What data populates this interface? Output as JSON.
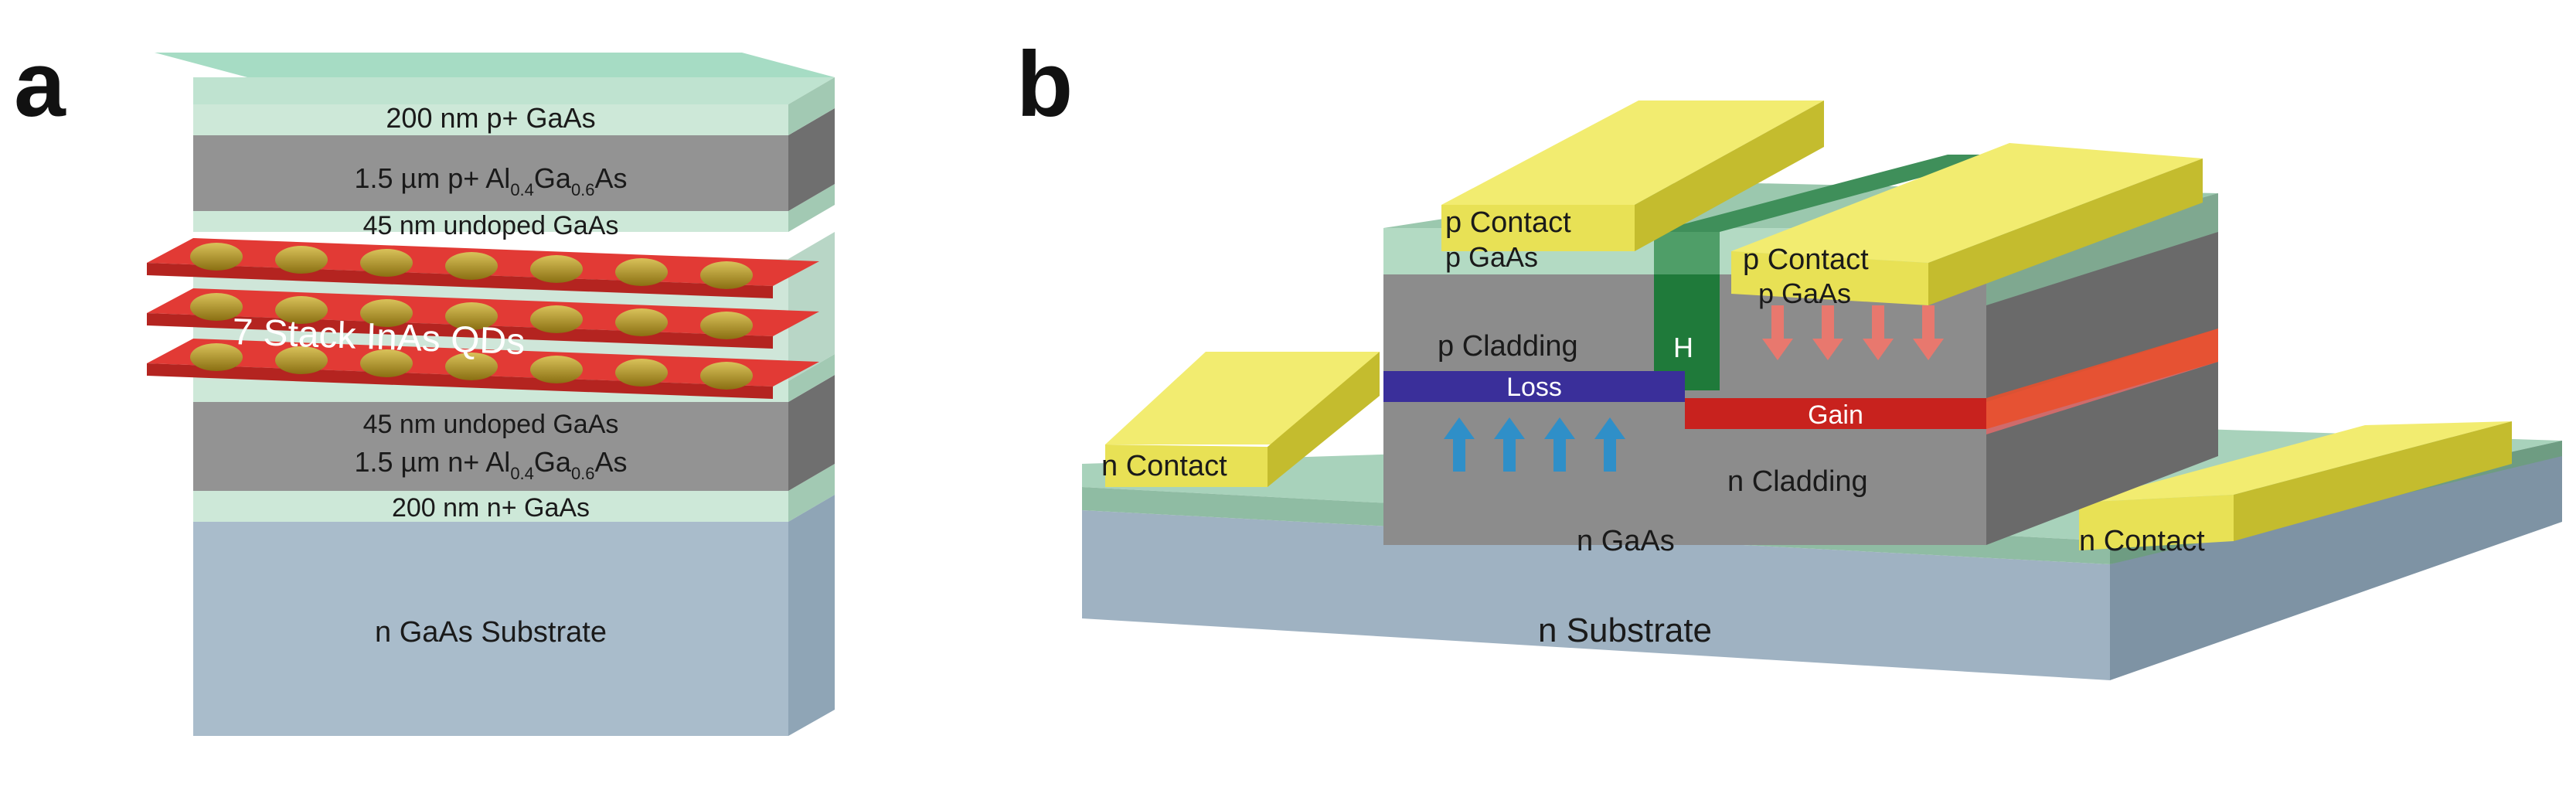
{
  "panel_a": {
    "letter": "a",
    "layers": {
      "top_contact": "200 nm p+ GaAs",
      "p_cladding_prefix": "1.5 µm p+ Al",
      "p_cladding_sub1": "0.4",
      "p_cladding_mid": "Ga",
      "p_cladding_sub2": "0.6",
      "p_cladding_suffix": "As",
      "upper_spacer": "45 nm undoped GaAs",
      "qd_stack": "7 Stack  InAs QDs",
      "lower_spacer": "45 nm undoped GaAs",
      "n_cladding_prefix": "1.5 µm n+ Al",
      "n_cladding_sub1": "0.4",
      "n_cladding_mid": "Ga",
      "n_cladding_sub2": "0.6",
      "n_cladding_suffix": "As",
      "bottom_contact": "200 nm n+ GaAs",
      "substrate": "n GaAs Substrate"
    }
  },
  "panel_b": {
    "letter": "b",
    "labels": {
      "p_contact_left": "p Contact",
      "p_gaas_left": "p GaAs",
      "p_contact_right": "p Contact",
      "p_gaas_right": "p GaAs",
      "p_cladding": "p Cladding",
      "h_section": "H",
      "loss": "Loss",
      "gain": "Gain",
      "n_cladding": "n Cladding",
      "n_contact_left": "n Contact",
      "n_gaas": "n GaAs",
      "n_contact_right": "n Contact",
      "n_substrate": "n Substrate"
    }
  },
  "colors": {
    "gaas_green": "#b9dcc8",
    "cladding_gray": "#8f8f8f",
    "substrate_blue": "#a9bccb",
    "qd_red": "#e23a35",
    "qd_gold": "#a88a1e",
    "contact_yellow": "#f0ea6a",
    "loss_blue": "#3a2f9a",
    "gain_red": "#c8221e",
    "h_green": "#1f7a3a",
    "arrow_up_blue": "#2f8fc8",
    "arrow_down_red": "#e8786e"
  }
}
